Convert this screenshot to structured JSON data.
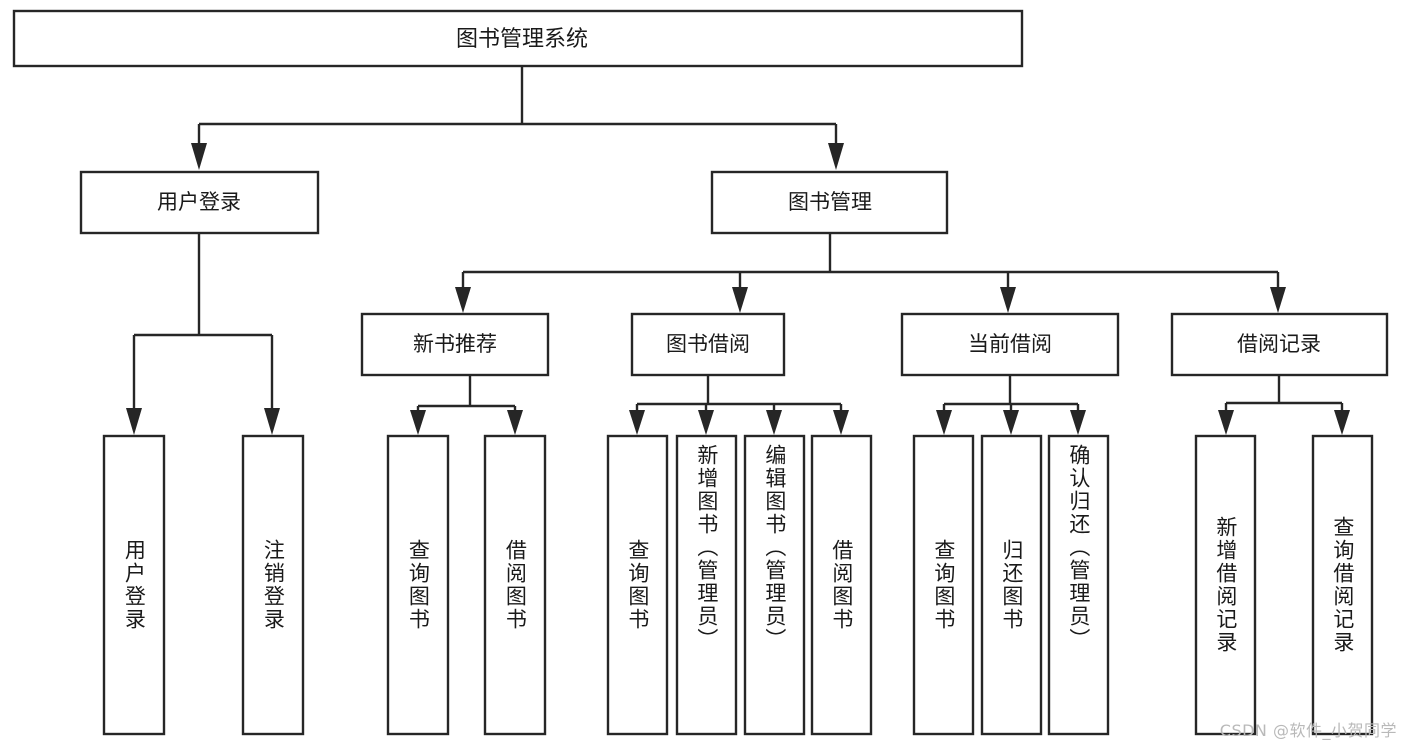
{
  "diagram": {
    "title": "图书管理系统",
    "type": "tree-hierarchy",
    "root": {
      "label": "图书管理系统"
    },
    "level2": [
      {
        "label": "用户登录"
      },
      {
        "label": "图书管理"
      }
    ],
    "level3": [
      {
        "label": "新书推荐"
      },
      {
        "label": "图书借阅"
      },
      {
        "label": "当前借阅"
      },
      {
        "label": "借阅记录"
      }
    ],
    "leaves": {
      "user_login": [
        {
          "label": "用户登录"
        },
        {
          "label": "注销登录"
        }
      ],
      "new_book_recommend": [
        {
          "label": "查询图书"
        },
        {
          "label": "借阅图书"
        }
      ],
      "book_borrow": [
        {
          "label": "查询图书"
        },
        {
          "label": "新增图书（管理员）"
        },
        {
          "label": "编辑图书（管理员）"
        },
        {
          "label": "借阅图书"
        }
      ],
      "current_borrow": [
        {
          "label": "查询图书"
        },
        {
          "label": "归还图书"
        },
        {
          "label": "确认归还（管理员）"
        }
      ],
      "borrow_record": [
        {
          "label": "新增借阅记录"
        },
        {
          "label": "查询借阅记录"
        }
      ]
    }
  },
  "watermark": {
    "text": "CSDN @软件_小贺同学"
  },
  "colors": {
    "stroke": "#262626",
    "box_fill": "#ffffff",
    "text": "#1a1a1a",
    "watermark": "#b9b9b9",
    "background": "#ffffff"
  }
}
